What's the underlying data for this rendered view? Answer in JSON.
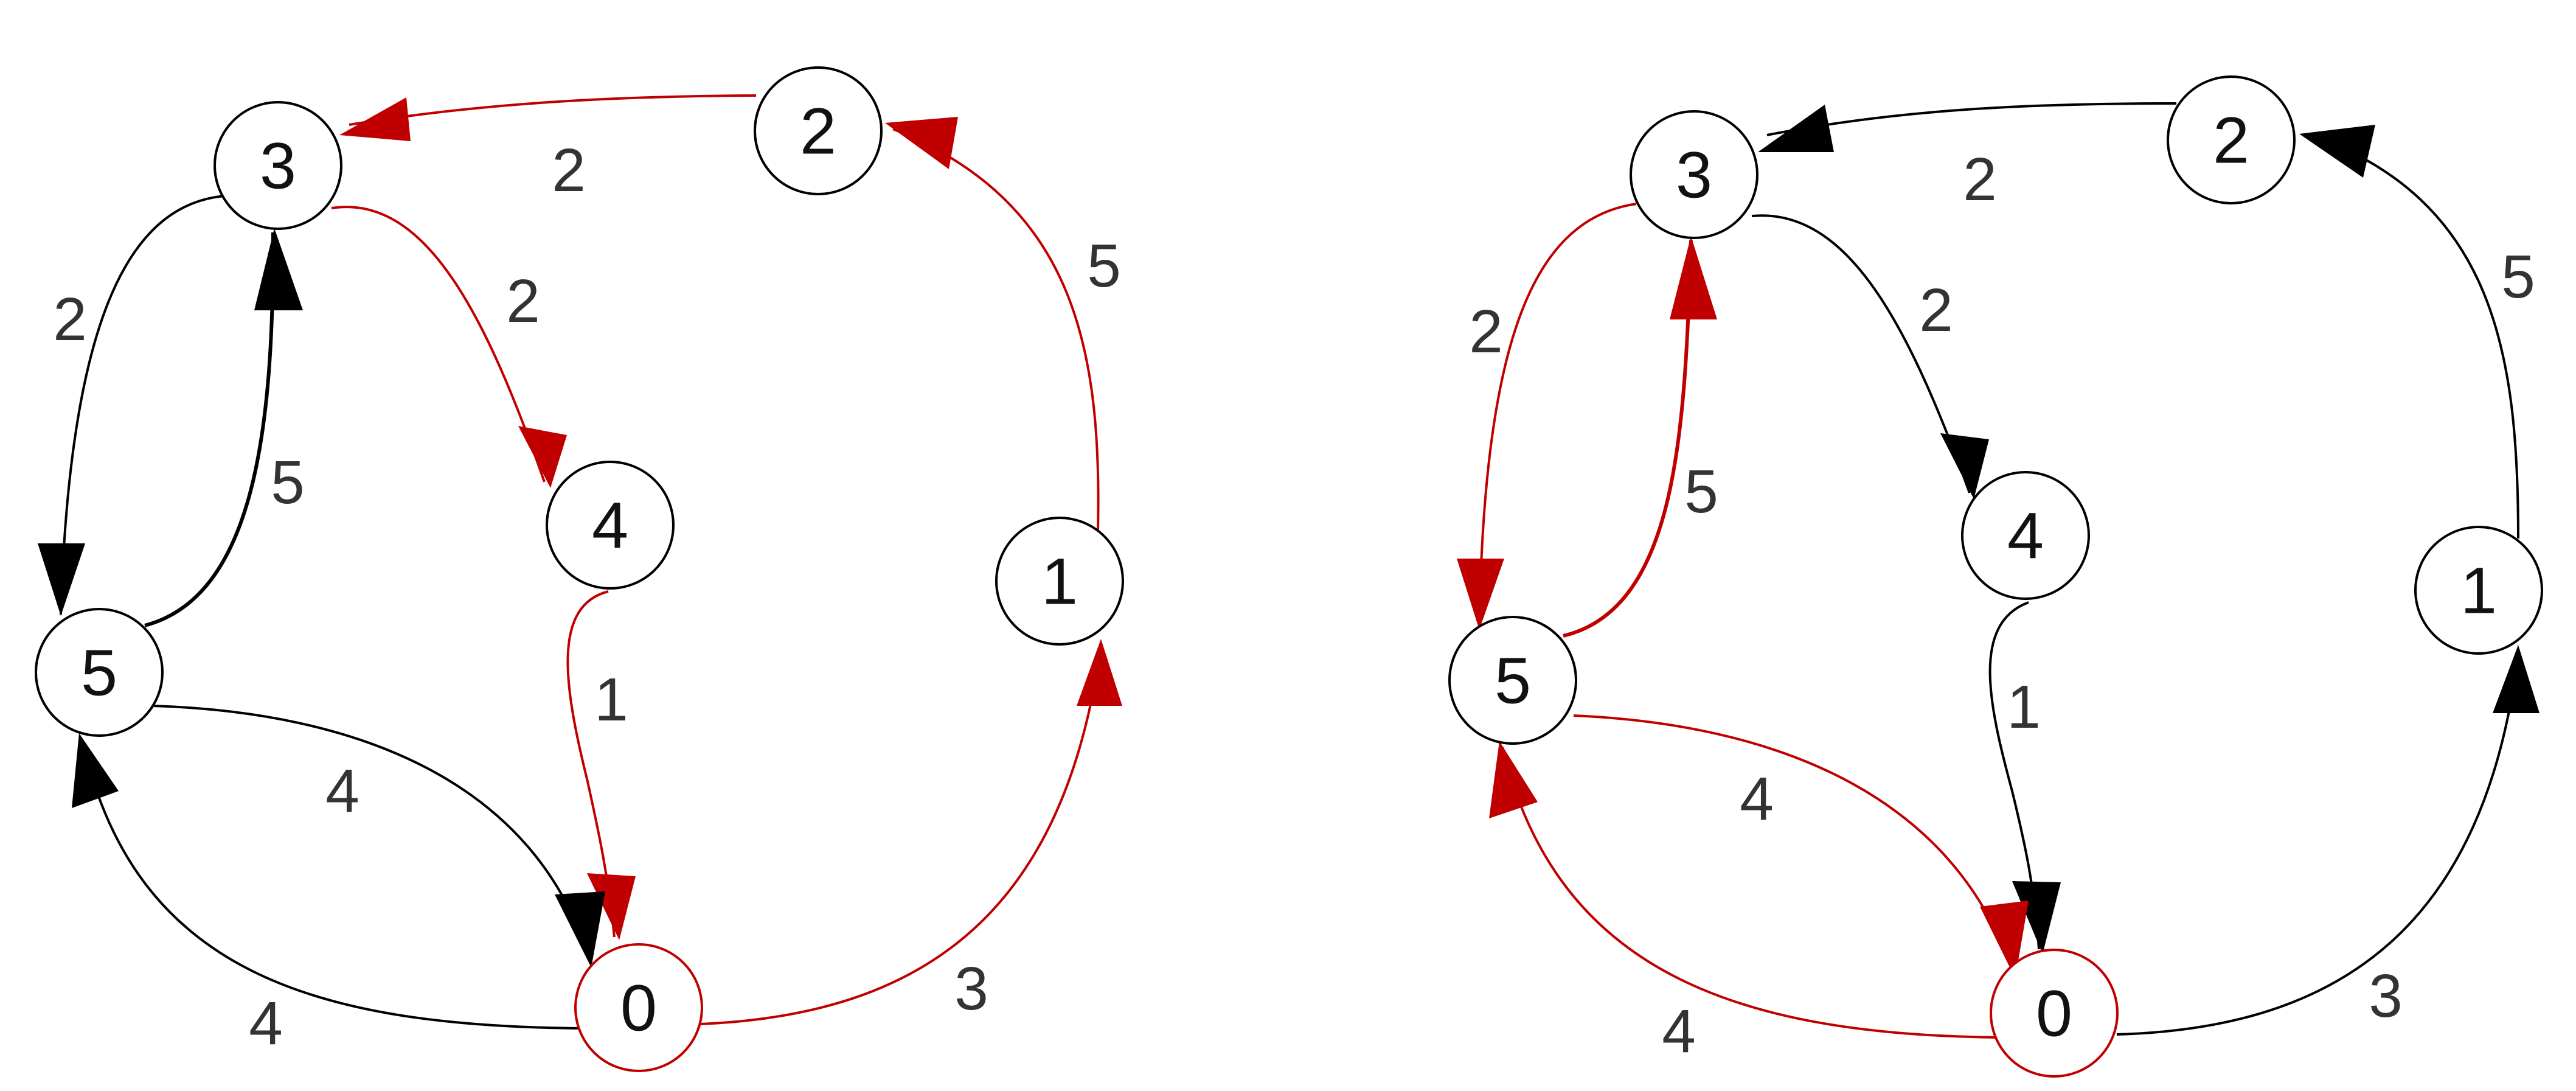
{
  "colors": {
    "black": "#000000",
    "red": "#c00000"
  },
  "graphs": [
    {
      "nodes": [
        {
          "id": "g1-node-3",
          "label": "3",
          "color": "black"
        },
        {
          "id": "g1-node-2",
          "label": "2",
          "color": "black"
        },
        {
          "id": "g1-node-4",
          "label": "4",
          "color": "black"
        },
        {
          "id": "g1-node-1",
          "label": "1",
          "color": "black"
        },
        {
          "id": "g1-node-5",
          "label": "5",
          "color": "black"
        },
        {
          "id": "g1-node-0",
          "label": "0",
          "color": "red"
        }
      ],
      "edges": [
        {
          "from": "2",
          "to": "3",
          "weight": "2",
          "color": "red"
        },
        {
          "from": "1",
          "to": "2",
          "weight": "5",
          "color": "red"
        },
        {
          "from": "3",
          "to": "4",
          "weight": "2",
          "color": "red"
        },
        {
          "from": "3",
          "to": "5",
          "weight": "2",
          "color": "black"
        },
        {
          "from": "5",
          "to": "3",
          "weight": "5",
          "color": "black"
        },
        {
          "from": "4",
          "to": "0",
          "weight": "1",
          "color": "red"
        },
        {
          "from": "5",
          "to": "0",
          "weight": "4",
          "color": "black"
        },
        {
          "from": "0",
          "to": "5",
          "weight": "4",
          "color": "black"
        },
        {
          "from": "0",
          "to": "1",
          "weight": "3",
          "color": "red"
        }
      ]
    },
    {
      "nodes": [
        {
          "id": "g2-node-3",
          "label": "3",
          "color": "black"
        },
        {
          "id": "g2-node-2",
          "label": "2",
          "color": "black"
        },
        {
          "id": "g2-node-4",
          "label": "4",
          "color": "black"
        },
        {
          "id": "g2-node-1",
          "label": "1",
          "color": "black"
        },
        {
          "id": "g2-node-5",
          "label": "5",
          "color": "black"
        },
        {
          "id": "g2-node-0",
          "label": "0",
          "color": "red"
        }
      ],
      "edges": [
        {
          "from": "2",
          "to": "3",
          "weight": "2",
          "color": "black"
        },
        {
          "from": "1",
          "to": "2",
          "weight": "5",
          "color": "black"
        },
        {
          "from": "3",
          "to": "4",
          "weight": "2",
          "color": "black"
        },
        {
          "from": "3",
          "to": "5",
          "weight": "2",
          "color": "red"
        },
        {
          "from": "5",
          "to": "3",
          "weight": "5",
          "color": "red"
        },
        {
          "from": "4",
          "to": "0",
          "weight": "1",
          "color": "black"
        },
        {
          "from": "5",
          "to": "0",
          "weight": "4",
          "color": "red"
        },
        {
          "from": "0",
          "to": "5",
          "weight": "4",
          "color": "red"
        },
        {
          "from": "0",
          "to": "1",
          "weight": "3",
          "color": "black"
        }
      ]
    }
  ]
}
